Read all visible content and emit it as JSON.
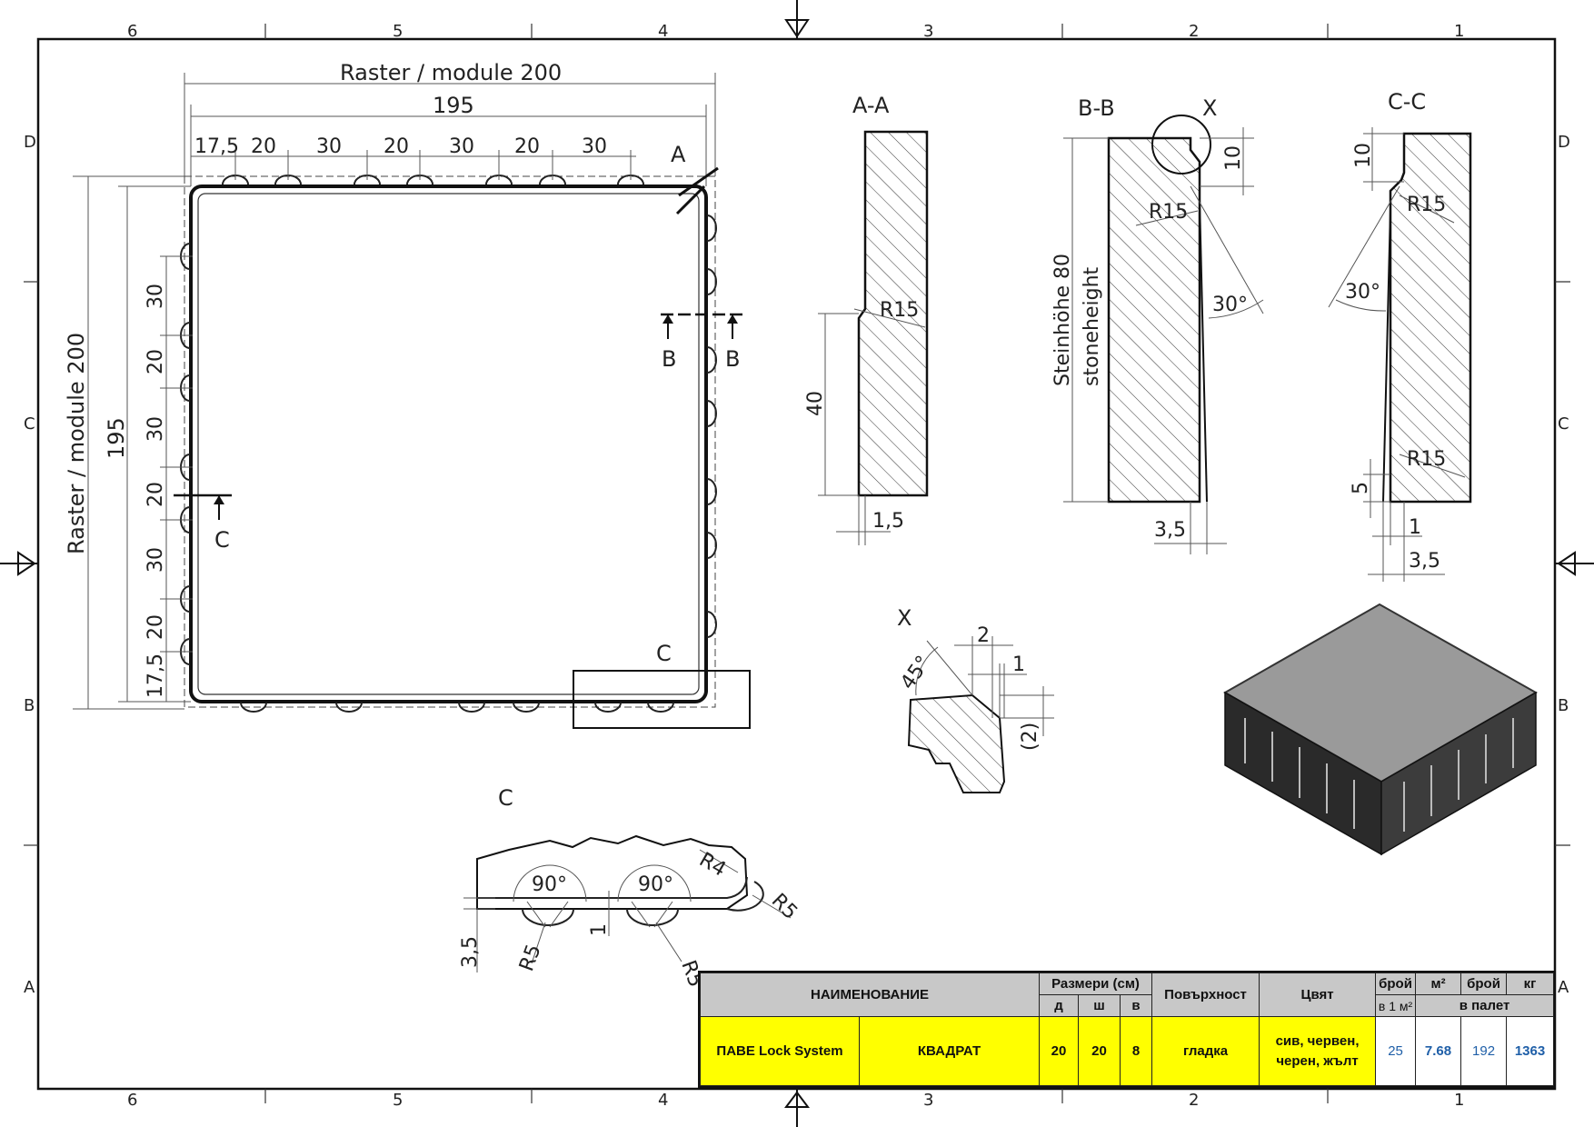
{
  "frame": {
    "columns_top": [
      "6",
      "5",
      "4",
      "3",
      "2",
      "1"
    ],
    "rows_side": [
      "D",
      "C",
      "B",
      "A"
    ]
  },
  "plan_view": {
    "module_label": "Raster / module 200",
    "size": "195",
    "top_dims": [
      "17,5",
      "20",
      "30",
      "20",
      "30",
      "20",
      "30"
    ],
    "left_dims": [
      "30",
      "20",
      "30",
      "20",
      "30",
      "20",
      "17,5"
    ],
    "section_marks": {
      "a": "A",
      "b": "B",
      "c": "C"
    },
    "detail_box_label": "C"
  },
  "section_aa": {
    "title": "A-A",
    "radius": "R15",
    "height": "40",
    "offset": "1,5"
  },
  "section_bb": {
    "title": "B-B",
    "detail": "X",
    "top": "10",
    "radius": "R15",
    "angle": "30°",
    "height_de": "Steinhöhe 80",
    "height_en": "stoneheight",
    "bottom": "3,5"
  },
  "section_cc": {
    "title": "C-C",
    "top": "10",
    "radius_top": "R15",
    "angle": "30°",
    "radius_bottom": "R15",
    "small": "5",
    "offset_1": "1",
    "offset_2": "3,5"
  },
  "detail_x": {
    "title": "X",
    "angle": "45°",
    "d1": "2",
    "d2": "1",
    "d3": "(2)"
  },
  "detail_c": {
    "title": "C",
    "angle1": "90°",
    "angle2": "90°",
    "r1": "R4",
    "r2": "R5",
    "r3": "R5",
    "r4": "R5",
    "h": "3,5",
    "g": "1"
  },
  "title_block": {
    "h_name": "НАИМЕНОВАНИЕ",
    "h_dims": "Размери (см)",
    "h_d": "д",
    "h_w": "ш",
    "h_h": "в",
    "h_surface": "Повърхност",
    "h_color": "Цвят",
    "h_count": "брой",
    "h_count_sub": "в 1 м²",
    "h_m2": "м²",
    "h_count2": "брой",
    "h_kg": "кг",
    "h_pallet": "в палет",
    "product": "ПАВЕ Lock System",
    "shape": "КВАДРАТ",
    "d": "20",
    "w": "20",
    "h": "8",
    "surface": "гладка",
    "color_line1": "сив, червен,",
    "color_line2": "черен, жълт",
    "per_m2": "25",
    "m2": "7.68",
    "count": "192",
    "kg": "1363"
  }
}
